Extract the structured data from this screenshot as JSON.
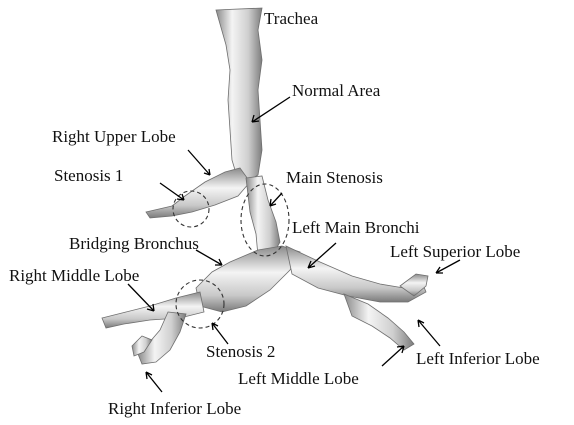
{
  "diagram": {
    "labels": {
      "trachea": "Trachea",
      "normal_area": "Normal Area",
      "right_upper_lobe": "Right Upper Lobe",
      "stenosis_1": "Stenosis 1",
      "main_stenosis": "Main Stenosis",
      "left_main_bronchi": "Left Main Bronchi",
      "bridging_bronchus": "Bridging Bronchus",
      "left_superior_lobe": "Left Superior Lobe",
      "right_middle_lobe": "Right Middle Lobe",
      "stenosis_2": "Stenosis 2",
      "left_inferior_lobe": "Left Inferior Lobe",
      "left_middle_lobe": "Left Middle Lobe",
      "right_inferior_lobe": "Right Inferior Lobe"
    },
    "colors": {
      "airway_light": "#f4f4f4",
      "airway_mid": "#c8c8c8",
      "airway_dark": "#8a8a8a",
      "text": "#111111"
    }
  }
}
